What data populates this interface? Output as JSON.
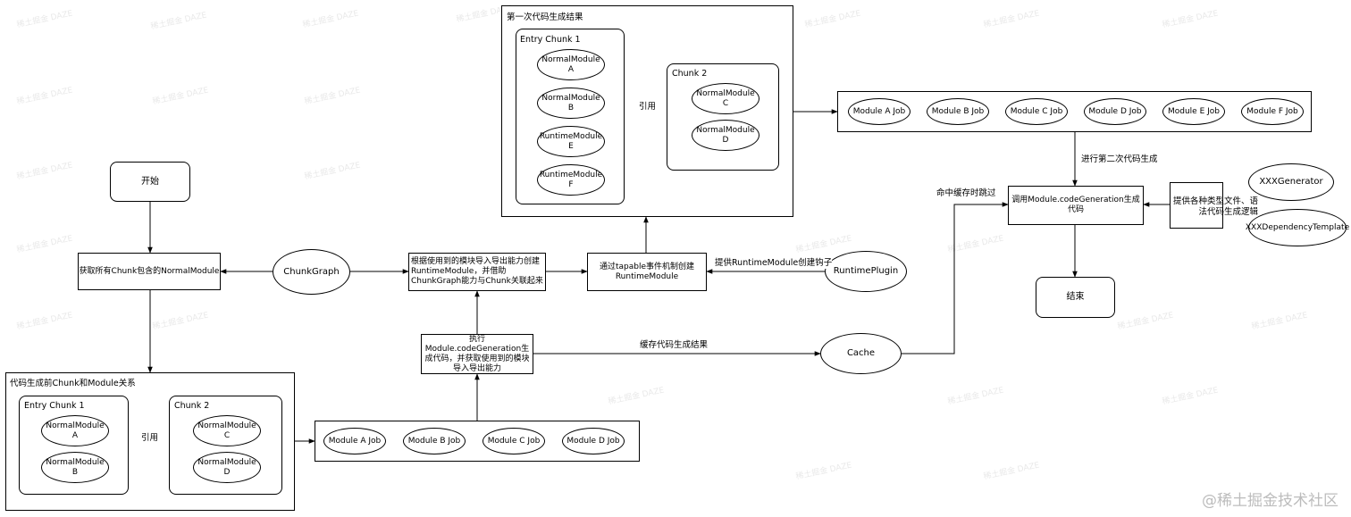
{
  "diagram": {
    "start": "开始",
    "get_normal_modules": "获取所有Chunk包含的NormalModule",
    "chunk_graph": "ChunkGraph",
    "create_runtime_module": "根据使用到的模块导入导出能力创建RuntimeModule，并借助ChunkGraph能力与Chunk关联起来",
    "tapable_create": "通过tapable事件机制创建RuntimeModule",
    "runtime_plugin": "RuntimePlugin",
    "runtime_plugin_label": "提供RuntimeModule创建钩子",
    "exec_codegen": "执行Module.codeGeneration生成代码，并获取使用到的模块导入导出能力",
    "cache": "Cache",
    "cache_label": "缓存代码生成结果",
    "hit_cache_label": "命中缓存时跳过",
    "call_codegen": "调用Module.codeGeneration生成代码",
    "second_gen_label": "进行第二次代码生成",
    "end": "结束",
    "xxx_generator": "XXXGenerator",
    "xxx_dependency_template": "XXXDependencyTemplate",
    "provide_label": "提供各种类型文件、语法代码生成逻辑",
    "first_result": {
      "title": "第一次代码生成结果",
      "entry_chunk": {
        "title": "Entry Chunk 1",
        "modules": [
          "NormalModule A",
          "NormalModule B",
          "RuntimeModule E",
          "RuntimeModule F"
        ]
      },
      "ref_label": "引用",
      "chunk2": {
        "title": "Chunk 2",
        "modules": [
          "NormalModule C",
          "NormalModule D"
        ]
      }
    },
    "before_gen": {
      "title": "代码生成前Chunk和Module关系",
      "entry_chunk": {
        "title": "Entry Chunk 1",
        "modules": [
          "NormalModule A",
          "NormalModule B"
        ]
      },
      "ref_label": "引用",
      "chunk2": {
        "title": "Chunk 2",
        "modules": [
          "NormalModule C",
          "NormalModule D"
        ]
      }
    },
    "jobs_top": [
      "Module A Job",
      "Module B Job",
      "Module C Job",
      "Module D Job",
      "Module E Job",
      "Module F Job"
    ],
    "jobs_bottom": [
      "Module A Job",
      "Module B Job",
      "Module C Job",
      "Module D Job"
    ]
  },
  "watermark": "稀土掘金技术社区",
  "watermark_repeat": "稀土掘金 DAZE"
}
